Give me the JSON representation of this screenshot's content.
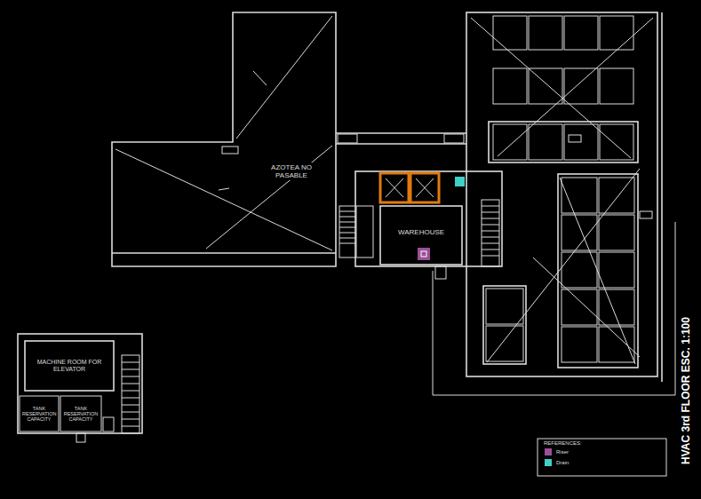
{
  "diagram": {
    "title": "HVAC 3rd FLOOR ESC. 1:100",
    "nodes": [
      {
        "text": [
          "AZOTEA NO PASABLE"
        ]
      },
      {
        "text": [
          "WAREHOUSE"
        ]
      },
      {
        "text": [
          "MACHINE ROOM FOR ELEVATOR"
        ]
      },
      {
        "text": [
          "TANK RESERVATION CAPACITY"
        ]
      },
      {
        "text": [
          "TANK RESERVATION CAPACITY"
        ]
      }
    ],
    "labels": [
      "REFERENCES:"
    ],
    "legend": [
      {
        "text": "Riser",
        "color": "#9b4f96"
      },
      {
        "text": "Drain",
        "color": "#3fd0c9"
      }
    ]
  }
}
